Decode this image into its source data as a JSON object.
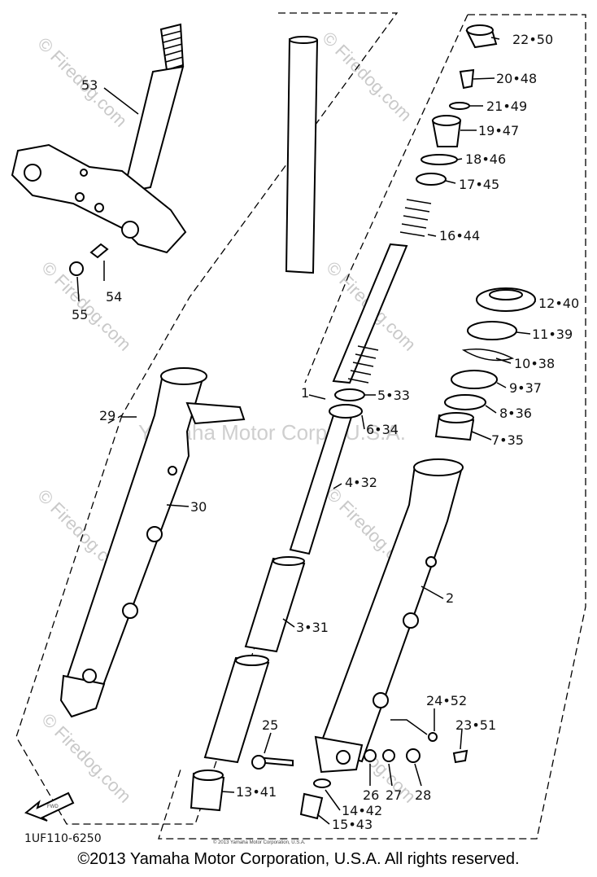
{
  "diagram": {
    "code": "1UF110-6250",
    "fwd_label": "FWD",
    "tiny_note": "© 2013 Yamaha Motor Corporation, U.S.A.",
    "watermarks": {
      "firedog": "© Firedog.com",
      "yamaha": "Yamaha Motor Corp., U.S.A."
    },
    "labels": {
      "p53": "53",
      "p54": "54",
      "p55": "55",
      "p29": "29",
      "p30": "30",
      "p1": "1",
      "p2": "2",
      "p22": "22•50",
      "p20": "20•48",
      "p21": "21•49",
      "p19": "19•47",
      "p18": "18•46",
      "p17": "17•45",
      "p16": "16•44",
      "p12": "12•40",
      "p11": "11•39",
      "p10": "10•38",
      "p9": "9•37",
      "p8": "8•36",
      "p7": "7•35",
      "p5": "5•33",
      "p6": "6•34",
      "p4": "4•32",
      "p3": "3•31",
      "p13": "13•41",
      "p14": "14•42",
      "p15": "15•43",
      "p25": "25",
      "p24": "24•52",
      "p23": "23•51",
      "p26": "26",
      "p27": "27",
      "p28": "28"
    }
  },
  "footer": {
    "copyright": "©2013 Yamaha Motor Corporation, U.S.A. All rights reserved."
  }
}
